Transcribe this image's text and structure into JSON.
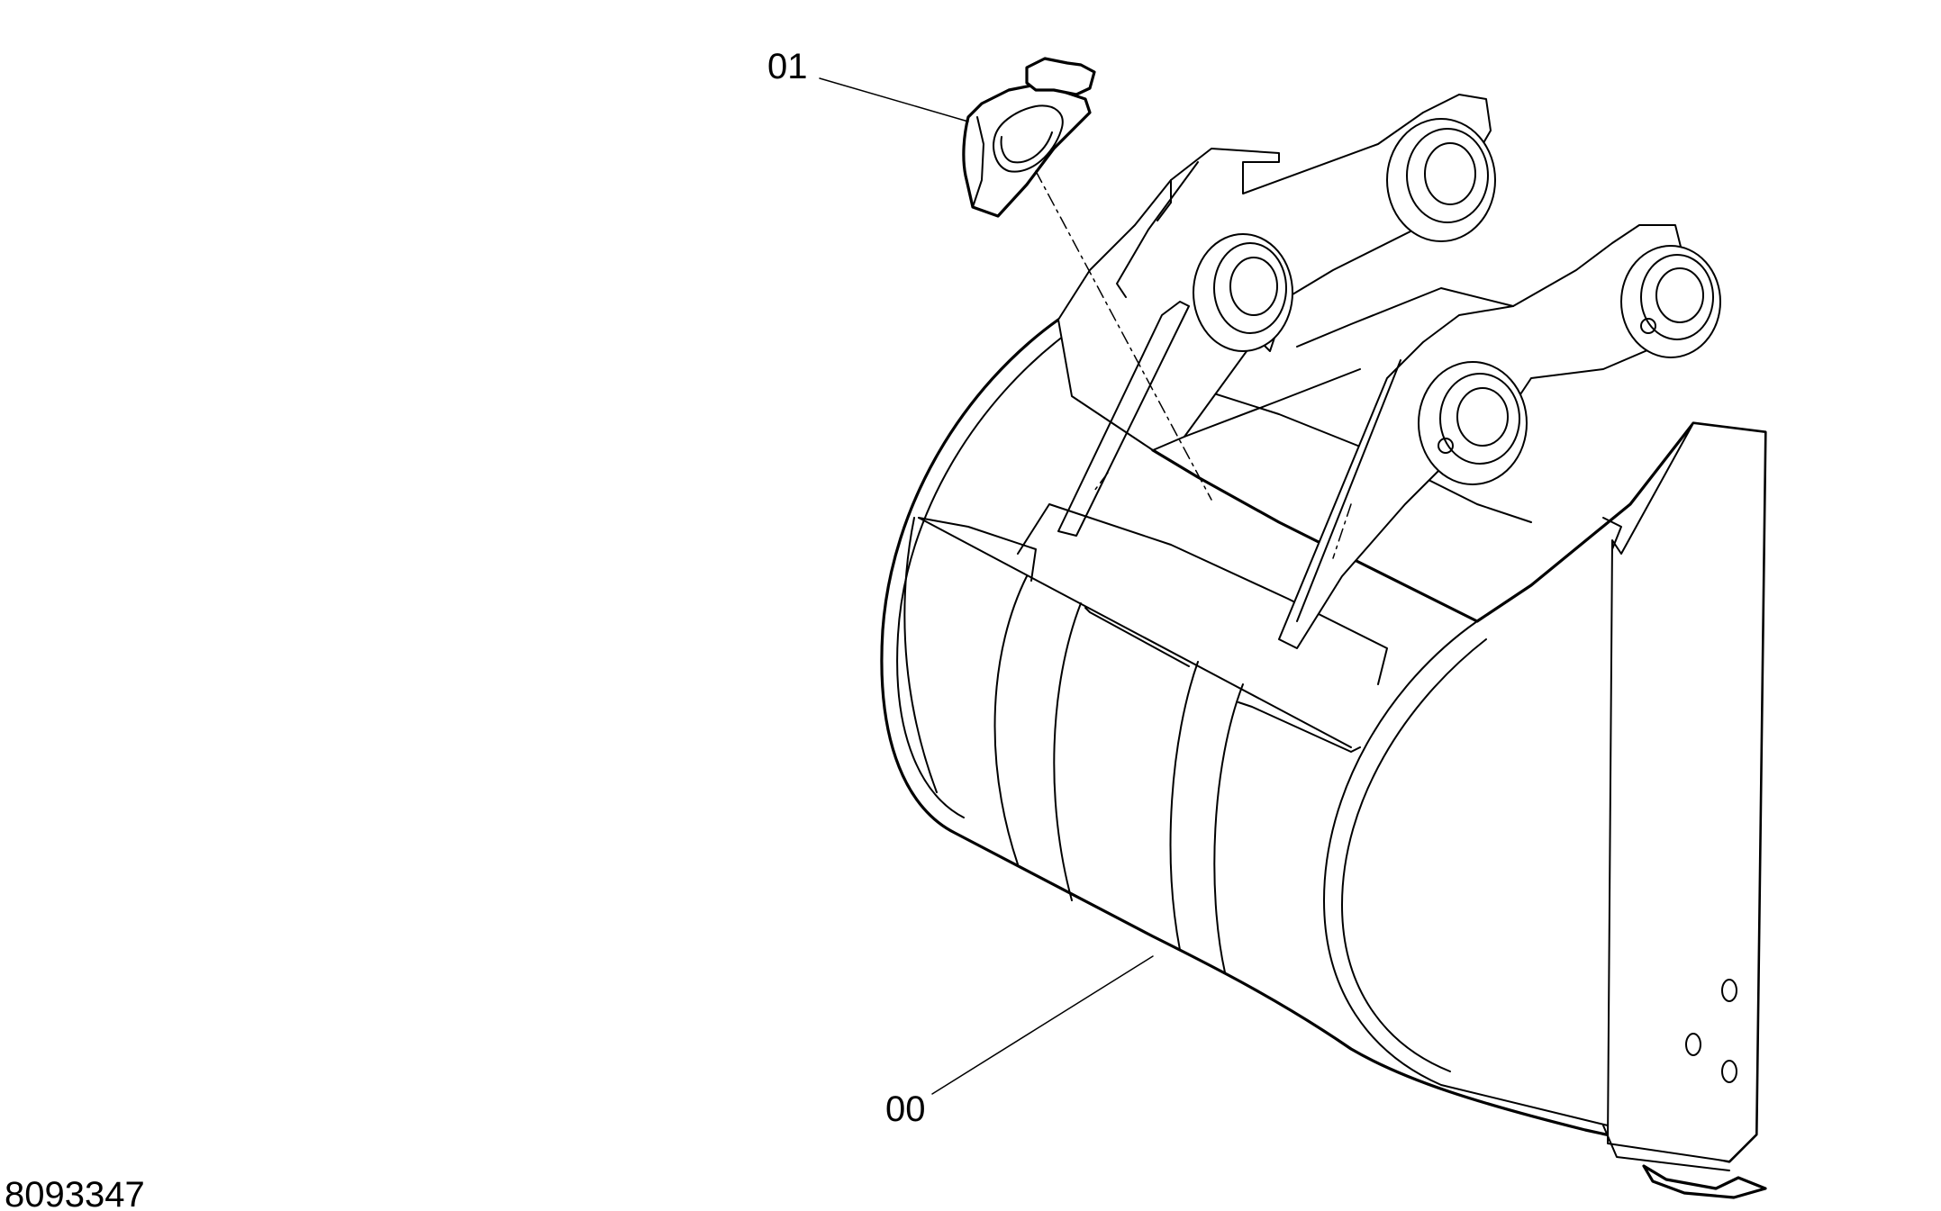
{
  "diagram": {
    "drawing_number": "8093347",
    "callouts": [
      {
        "id": "01",
        "label": "01",
        "target": "tooth-adapter"
      },
      {
        "id": "00",
        "label": "00",
        "target": "bucket-body"
      }
    ],
    "colors": {
      "line": "#000000",
      "background": "#ffffff"
    }
  }
}
